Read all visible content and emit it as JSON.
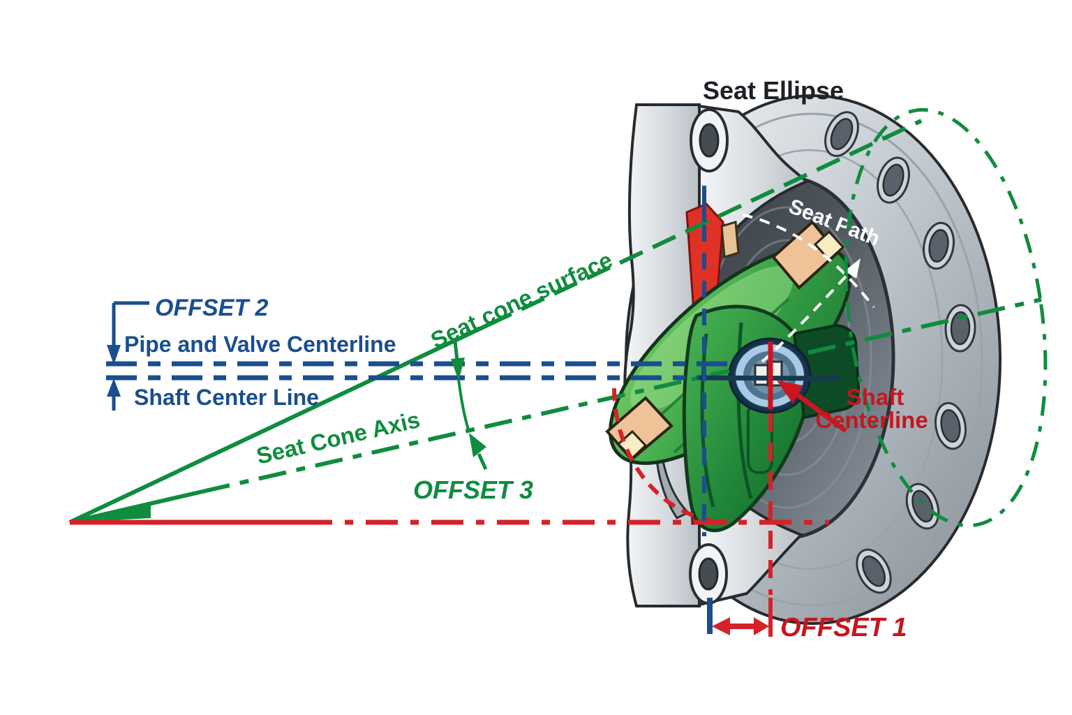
{
  "labels": {
    "seat_ellipse": "Seat Ellipse",
    "offset_1": "OFFSET 1",
    "offset_2": "OFFSET 2",
    "offset_3": "OFFSET 3",
    "pipe_valve_centerline": "Pipe and Valve Centerline",
    "shaft_center_line": "Shaft Center Line",
    "seat_cone_surface": "Seat cone surface",
    "seat_cone_axis": "Seat Cone Axis",
    "seat_path": "Seat Path",
    "shaft_centerline_word1": "Shaft",
    "shaft_centerline_word2": "Centerline"
  },
  "colors": {
    "blue": "#1a4e8e",
    "green": "#0f8c3e",
    "red": "#c5161f",
    "red_bright": "#d62128",
    "seat_red": "#e03127",
    "black": "#1d2024",
    "white": "#ffffff",
    "body_light": "#f2f4f5",
    "body_mid": "#aab3ba",
    "cavity_dark": "#454c53",
    "disc_green": "#34a146",
    "seal_tan": "#efc297",
    "seal_cream": "#f8ecc3",
    "shaft_blue": "#a9cbe7"
  }
}
